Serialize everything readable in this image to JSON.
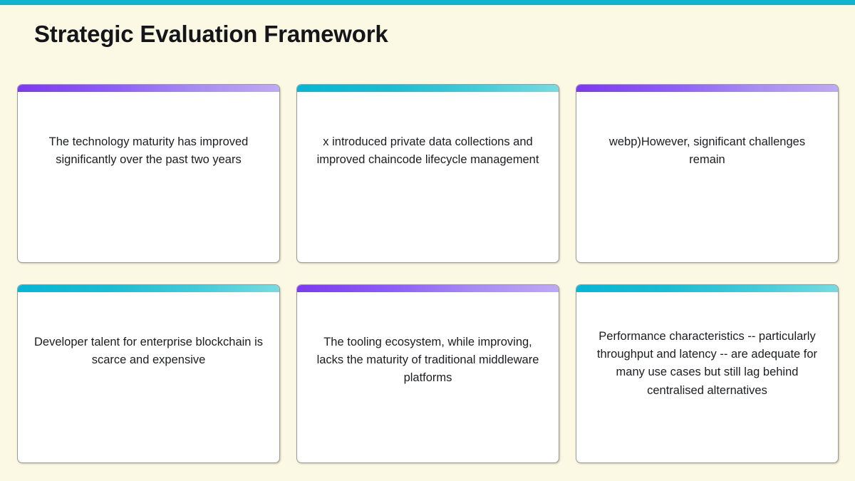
{
  "slide": {
    "title": "Strategic Evaluation Framework",
    "background_color": "#fbf8e4",
    "top_strip_color": "#10b4ce",
    "accent_purple": "#8b5cf6",
    "accent_teal": "#17b6cc"
  },
  "cards": [
    {
      "id": "card-1",
      "accent": "purple",
      "text": "The technology maturity has improved significantly over the past two years"
    },
    {
      "id": "card-2",
      "accent": "teal",
      "text": "x introduced private data collections and improved chaincode lifecycle management"
    },
    {
      "id": "card-3",
      "accent": "purple",
      "text": "webp)However, significant challenges remain"
    },
    {
      "id": "card-4",
      "accent": "teal",
      "text": "Developer talent for enterprise blockchain is scarce and expensive"
    },
    {
      "id": "card-5",
      "accent": "purple",
      "text": "The tooling ecosystem, while improving, lacks the maturity of traditional middleware platforms"
    },
    {
      "id": "card-6",
      "accent": "teal",
      "text": "Performance characteristics -- particularly throughput and latency -- are adequate for many use cases but still lag behind centralised alternatives"
    }
  ]
}
